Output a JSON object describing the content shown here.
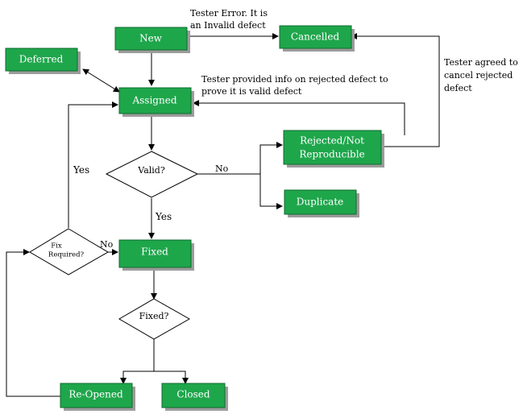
{
  "states": {
    "new": "New",
    "cancelled": "Cancelled",
    "deferred": "Deferred",
    "assigned": "Assigned",
    "rejected_line1": "Rejected/Not",
    "rejected_line2": "Reproducible",
    "duplicate": "Duplicate",
    "fixed": "Fixed",
    "reopened": "Re-Opened",
    "closed": "Closed"
  },
  "decisions": {
    "valid": "Valid?",
    "fix_required_line1": "Fix",
    "fix_required_line2": "Required?",
    "fixed_check": "Fixed?"
  },
  "edge_labels": {
    "valid_no": "No",
    "valid_yes": "Yes",
    "fix_required_yes": "Yes",
    "fix_required_no": "No"
  },
  "annotations": {
    "invalid_line1": "Tester Error. It is",
    "invalid_line2": "an Invalid defect",
    "valid_info_line1": "Tester provided info on rejected defect to",
    "valid_info_line2": "prove it is valid defect",
    "cancel_line1": "Tester agreed to",
    "cancel_line2": "cancel rejected",
    "cancel_line3": "defect"
  }
}
